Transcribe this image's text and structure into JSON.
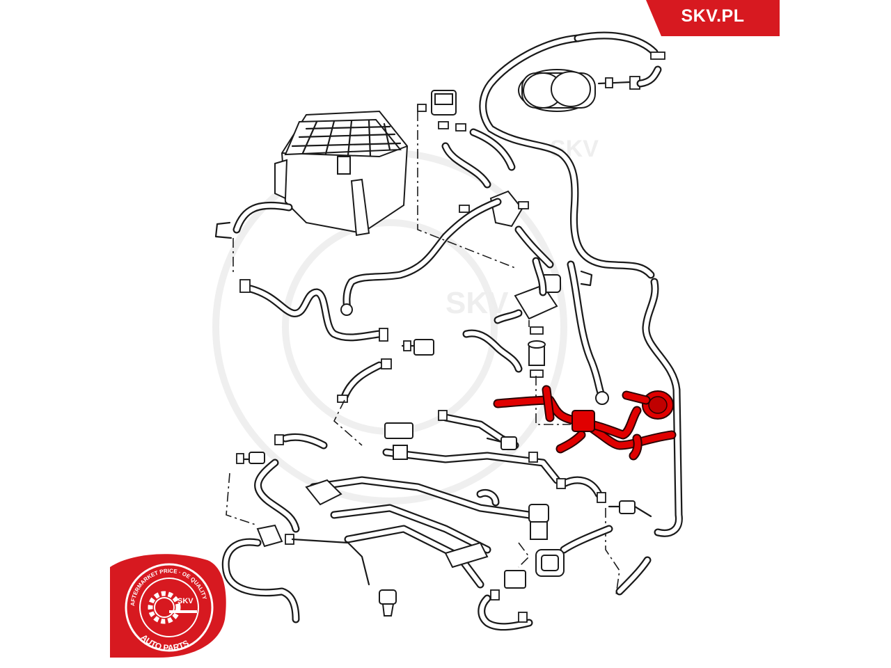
{
  "brand": {
    "site_label": "SKV.PL",
    "tab_color": "#d71920"
  },
  "seal": {
    "ring_text_top": "AFTERMARKET PRICE · OE QUALITY",
    "center_label": "SKV",
    "ring_text_bottom": "AUTO PARTS",
    "color": "#d71920"
  },
  "watermark": {
    "text": "SKV"
  },
  "highlight": {
    "color": "#e00000",
    "part_icon": "highlighted-hose-assembly"
  }
}
